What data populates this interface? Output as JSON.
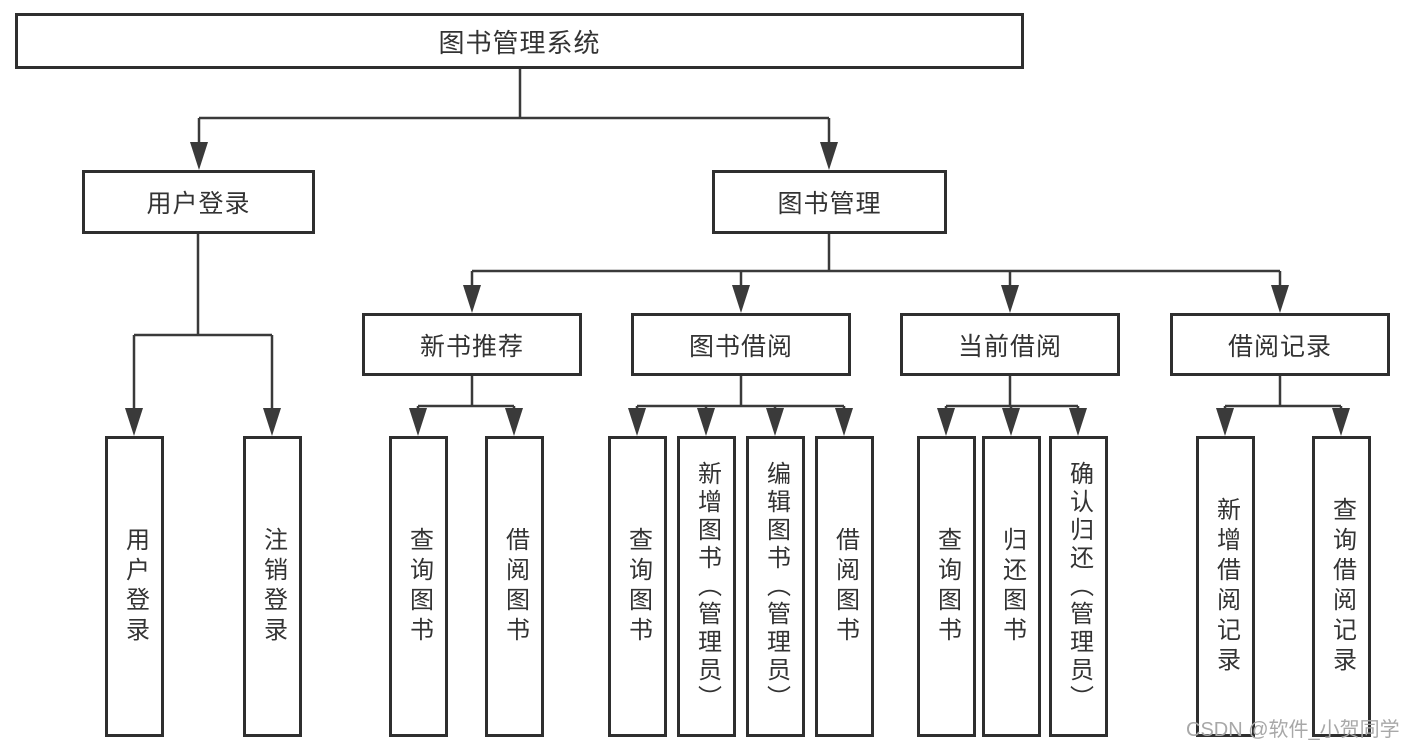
{
  "title": {
    "root": "图书管理系统"
  },
  "level2": {
    "user_login": "用户登录",
    "book_management": "图书管理"
  },
  "level3": {
    "new_book_recommend": "新书推荐",
    "book_borrowing": "图书借阅",
    "current_borrowing": "当前借阅",
    "borrowing_records": "借阅记录"
  },
  "leaves": {
    "user_login": "用户登录",
    "logout": "注销登录",
    "recommend_query_book": "查询图书",
    "recommend_borrow_book": "借阅图书",
    "borrowing_query_book": "查询图书",
    "borrowing_add_book": "新增图书（管理员）",
    "borrowing_edit_book": "编辑图书（管理员）",
    "borrowing_borrow_book": "借阅图书",
    "current_query_book": "查询图书",
    "current_return_book": "归还图书",
    "current_confirm_return": "确认归还（管理员）",
    "records_add_record": "新增借阅记录",
    "records_query_record": "查询借阅记录"
  },
  "watermark": {
    "text": "CSDN @软件_小贺同学"
  },
  "colors": {
    "line": "#3a3a3a",
    "border": "#2f2f2f",
    "text": "#333333",
    "watermark_text": "#a8a8a8",
    "background": "#ffffff"
  }
}
